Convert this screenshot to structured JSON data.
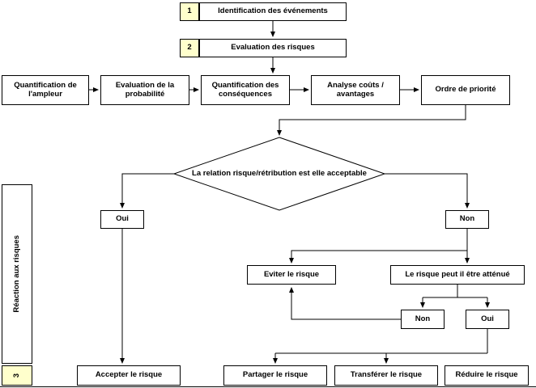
{
  "colors": {
    "yellow": "#ffffcc",
    "line": "#000000",
    "background": "#ffffff"
  },
  "steps": {
    "n1": "1",
    "label1": "Identification des événements",
    "n2": "2",
    "label2": "Evaluation des risques",
    "n3": "3"
  },
  "process_row": [
    "Quantification de l'ampleur",
    "Evaluation de la probabilité",
    "Quantification des conséquences",
    "Analyse coûts / avantages",
    "Ordre de priorité"
  ],
  "decision": {
    "question": "La relation risque/rétribution est elle acceptable",
    "yes": "Oui",
    "no": "Non"
  },
  "mitigation": {
    "avoid": "Eviter le risque",
    "question": "Le risque peut il être atténué",
    "no": "Non",
    "yes": "Oui"
  },
  "outcomes": {
    "accept": "Accepter le risque",
    "share": "Partager le risque",
    "transfer": "Transférer le risque",
    "reduce": "Réduire le risque"
  },
  "sidebar": {
    "label": "Réaction aux risques"
  }
}
